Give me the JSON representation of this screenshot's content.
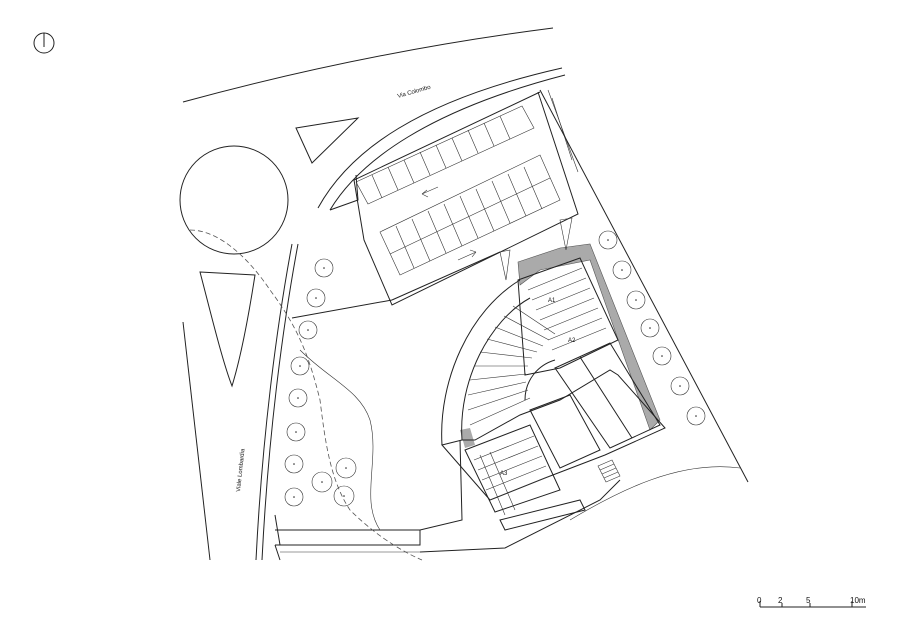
{
  "streets": {
    "north": "Via Colombo",
    "west": "Viale Lombardia"
  },
  "scale_bar": {
    "ticks": [
      "0",
      "2",
      "5",
      "10m"
    ]
  },
  "room_labels": [
    "A1",
    "A2",
    "A3"
  ],
  "icons": {
    "north_arrow": "north-arrow-icon",
    "tree": "tree-icon",
    "direction": "direction-arrow-icon"
  },
  "colors": {
    "line": "#222222",
    "hatch": "#aaaaaa",
    "background": "#ffffff"
  }
}
